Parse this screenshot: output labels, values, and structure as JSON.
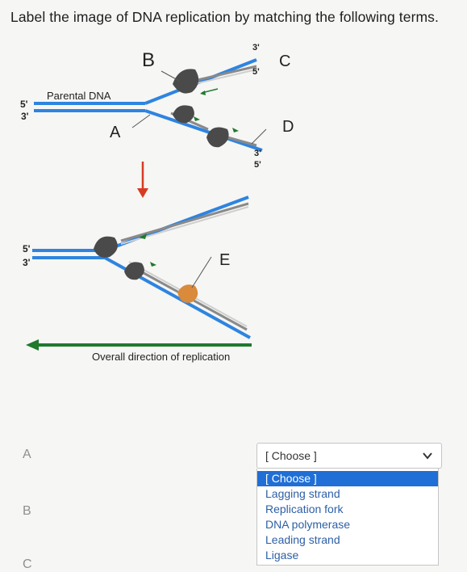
{
  "question": "Label the image of DNA replication by matching the following terms.",
  "diagram": {
    "top": {
      "label_b": "B",
      "label_c": "C",
      "label_a": "A",
      "label_d": "D",
      "parental_dna": "Parental DNA",
      "end_5_left": "5'",
      "end_3_left": "3'",
      "end_3_top": "3'",
      "end_5_top": "5'",
      "end_3_bottom": "3'",
      "end_5_bottom": "5'"
    },
    "bottom": {
      "end_5_left": "5'",
      "end_3_left": "3'",
      "label_e": "E"
    },
    "direction_caption": "Overall direction of replication"
  },
  "answers": {
    "rows": [
      {
        "letter": "A"
      },
      {
        "letter": "B"
      },
      {
        "letter": "C"
      }
    ]
  },
  "select": {
    "current_value": "[ Choose ]",
    "options": [
      "[ Choose ]",
      "Lagging strand",
      "Replication fork",
      "DNA polymerase",
      "Leading strand",
      "Ligase"
    ],
    "highlighted_option": "[ Choose ]"
  },
  "colors": {
    "strand_blue": "#2e84e0",
    "strand_gray": "#8a8a8a",
    "arrow_red": "#d63b22",
    "arrow_green": "#1f7a2c",
    "enzyme_dark": "#4a4a4a",
    "enzyme_orange": "#d98a3a",
    "highlight_blue": "#1f6fd6"
  }
}
